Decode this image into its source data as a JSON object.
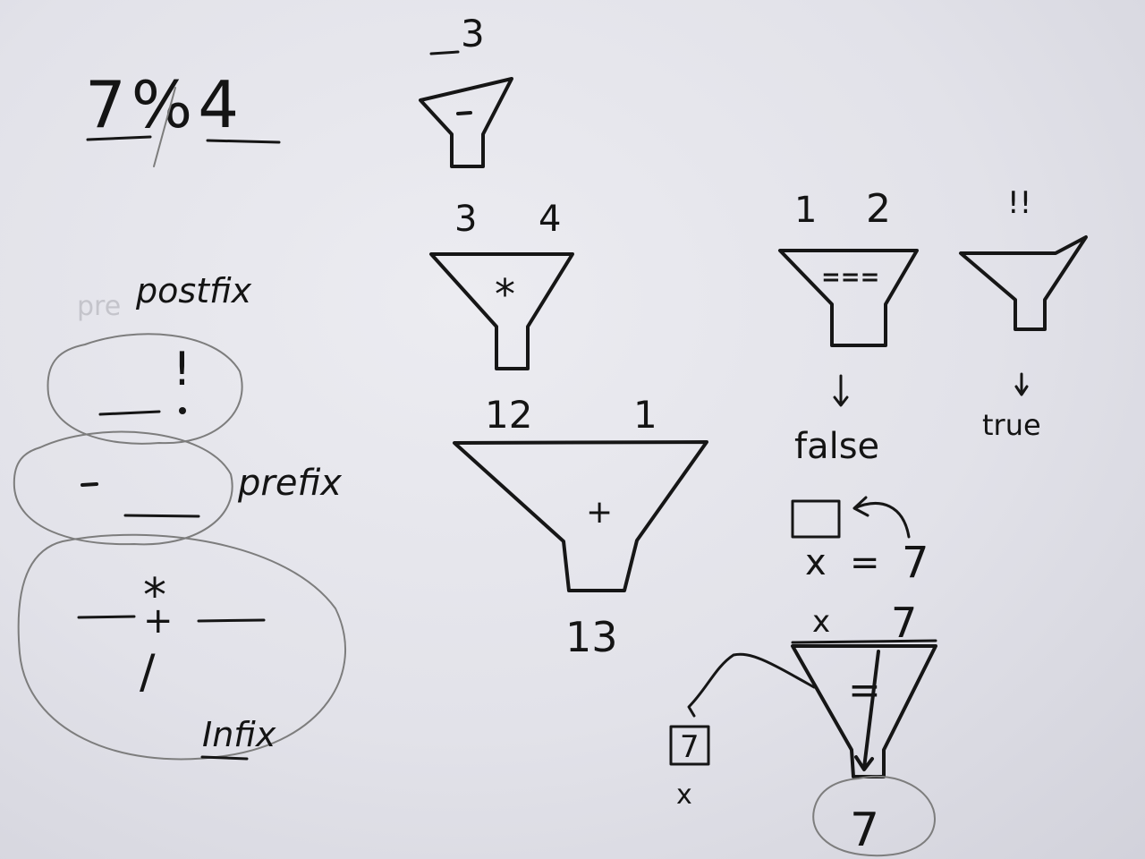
{
  "expressions": {
    "modulo": "7%4",
    "negation": {
      "input": "3",
      "operator": "-"
    },
    "multiply": {
      "left": "3",
      "right": "4",
      "operator": "*"
    },
    "addition": {
      "left": "12",
      "right": "1",
      "operator": "+",
      "output": "13"
    },
    "equality": {
      "left": "1",
      "right": "2",
      "operator": "===",
      "output": "false"
    },
    "not_funnel": {
      "input": "!!",
      "output": "true"
    },
    "assignment": {
      "lhs": "x",
      "equals": "=",
      "rhs": "7"
    },
    "assign_funnel": {
      "left": "x",
      "right": "7",
      "operator": "=",
      "box_value": "7",
      "box_label": "x",
      "output": "7"
    }
  },
  "notation": {
    "crossed_out": "pre",
    "postfix": {
      "label": "postfix",
      "symbol": "!"
    },
    "prefix": {
      "label": "prefix",
      "symbol": "-"
    },
    "infix": {
      "label": "Infix",
      "symbols": [
        "*",
        "+",
        "/"
      ]
    }
  }
}
